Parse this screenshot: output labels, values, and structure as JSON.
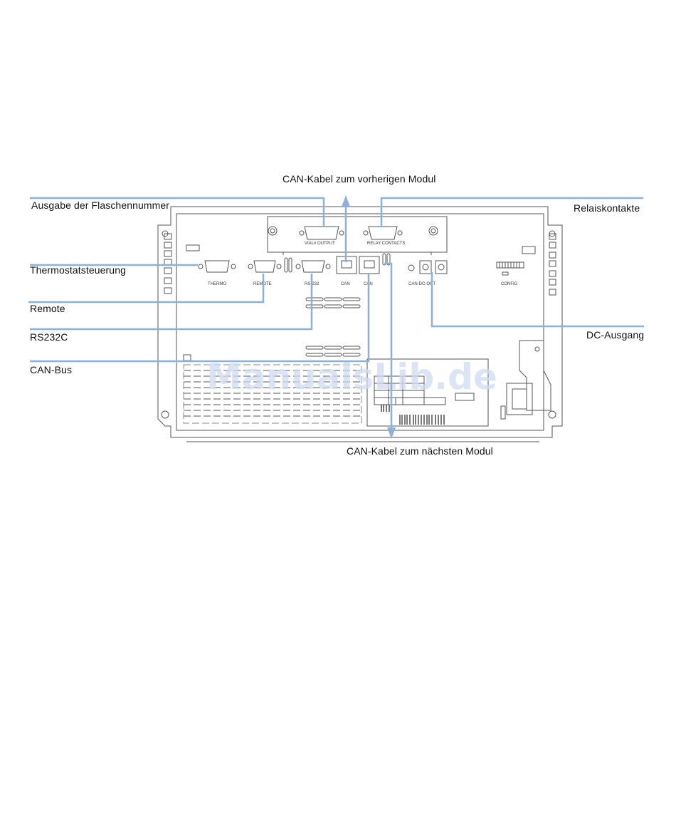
{
  "diagram": {
    "labels": {
      "can_prev": "CAN-Kabel zum vorherigen Modul",
      "bottle_number": "Ausgabe der Flaschennummer",
      "relay": "Relaiskontakte",
      "thermo_ctrl": "Thermostatsteuerung",
      "remote": "Remote",
      "rs232": "RS232C",
      "can_bus": "CAN-Bus",
      "dc_out": "DC-Ausgang",
      "can_next": "CAN-Kabel zum nächsten Modul"
    },
    "panel_text": {
      "thermo": "THERMO",
      "remote": "REMOTE",
      "rs232": "RS-232",
      "can1": "CAN",
      "can2": "CAN",
      "can_dc_out": "CAN-DC-OUT",
      "config": "CONFIG",
      "vial_output": "VIAL# OUTPUT",
      "relay_contacts": "RELAY CONTACTS"
    },
    "watermark": "ManualsLib.de",
    "colors": {
      "leader": "#8eb1dc",
      "device_line": "#555555",
      "watermark": "#cfdcf2"
    }
  }
}
